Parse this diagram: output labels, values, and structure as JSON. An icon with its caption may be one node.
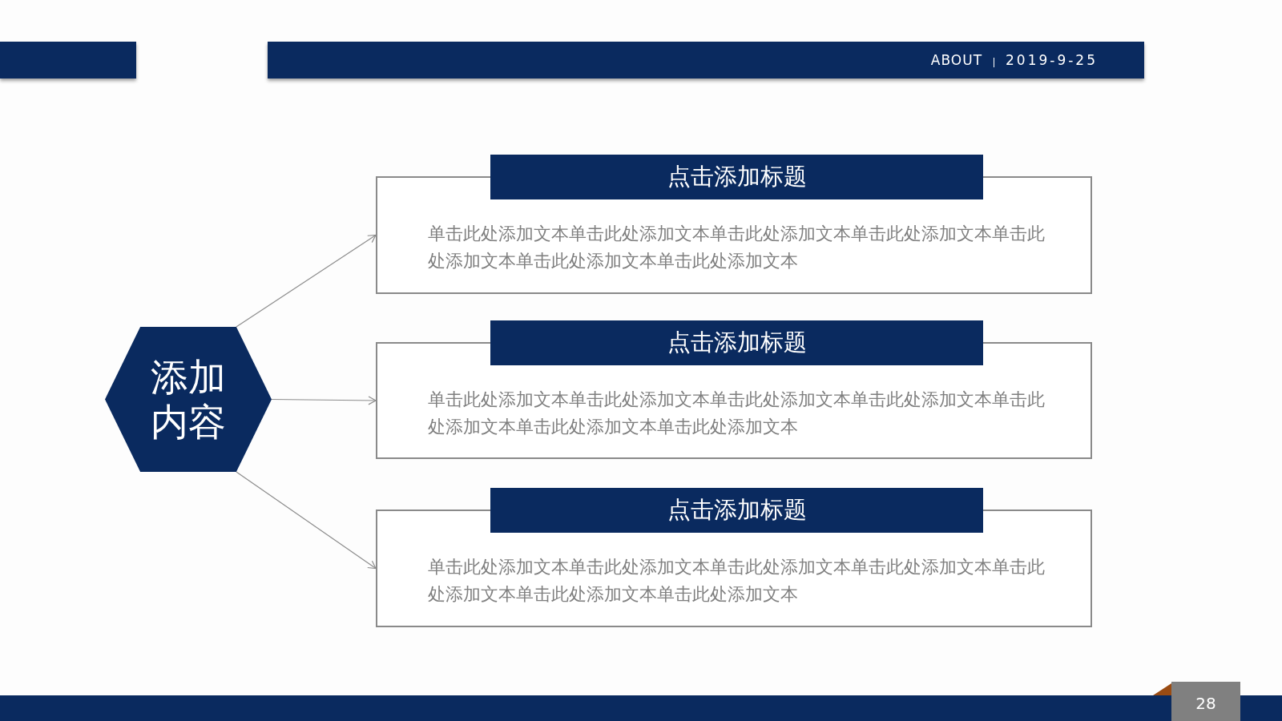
{
  "diagram": {
    "nodes": [
      {
        "text": [
          "添加内容"
        ]
      },
      {
        "text": [
          "点击添加标题",
          "单击此处添加文本单击此处添加文本单击此处添加文本单击此处添加文本单击此处添加文本单击此处添加文本单击此处添加文本"
        ]
      },
      {
        "text": [
          "点击添加标题",
          "单击此处添加文本单击此处添加文本单击此处添加文本单击此处添加文本单击此处添加文本单击此处添加文本单击此处添加文本"
        ]
      },
      {
        "text": [
          "点击添加标题",
          "单击此处添加文本单击此处添加文本单击此处添加文本单击此处添加文本单击此处添加文本单击此处添加文本单击此处添加文本"
        ]
      }
    ],
    "edges": [
      {
        "from": 0,
        "to": 1,
        "arrow": "to"
      },
      {
        "from": 0,
        "to": 2,
        "arrow": "to"
      },
      {
        "from": 0,
        "to": 3,
        "arrow": "to"
      }
    ],
    "labels": [
      "ABOUT",
      "2019-9-25",
      "28"
    ]
  }
}
